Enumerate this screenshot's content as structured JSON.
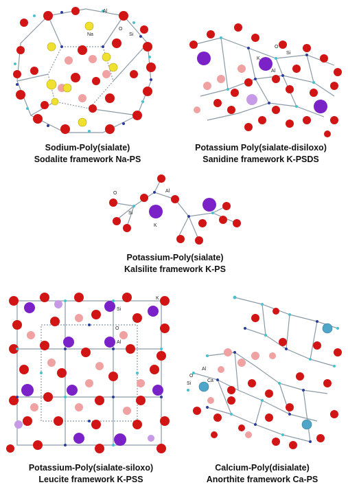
{
  "colors": {
    "oxygen": "#d11414",
    "oxygen_faded": "#f0a2a2",
    "sodium": "#f0e030",
    "potassium": "#7a22c8",
    "potassium_faded": "#c69ae6",
    "calcium": "#4fa6c8",
    "silicon": "#46c2cf",
    "aluminium": "#2a3c9a",
    "bond": "#8a9aa6"
  },
  "panels": [
    {
      "id": "sodalite",
      "caption_line1": "Sodium-Poly(sialate)",
      "caption_line2": "Sodalite framework  Na-PS",
      "atom_labels": [
        "Na",
        "Al",
        "O",
        "Si"
      ]
    },
    {
      "id": "sanidine",
      "caption_line1": "Potassium Poly(sialate-disiloxo)",
      "caption_line2": "Sanidine framework  K-PSDS",
      "atom_labels": [
        "O",
        "Si",
        "K",
        "Al"
      ]
    },
    {
      "id": "kalsilite",
      "caption_line1": "Potassium-Poly(sialate)",
      "caption_line2": "Kalsilite framework  K-PS",
      "atom_labels": [
        "O",
        "Al",
        "Si",
        "K"
      ]
    },
    {
      "id": "leucite",
      "caption_line1": "Potassium-Poly(sialate-siloxo)",
      "caption_line2": "Leucite framework  K-PSS",
      "atom_labels": [
        "K",
        "Si",
        "O",
        "Al"
      ]
    },
    {
      "id": "anorthite",
      "caption_line1": "Calcium-Poly(disialate)",
      "caption_line2": "Anorthite framework  Ca-PS",
      "atom_labels": [
        "Al",
        "O",
        "Ca",
        "Si"
      ]
    }
  ]
}
